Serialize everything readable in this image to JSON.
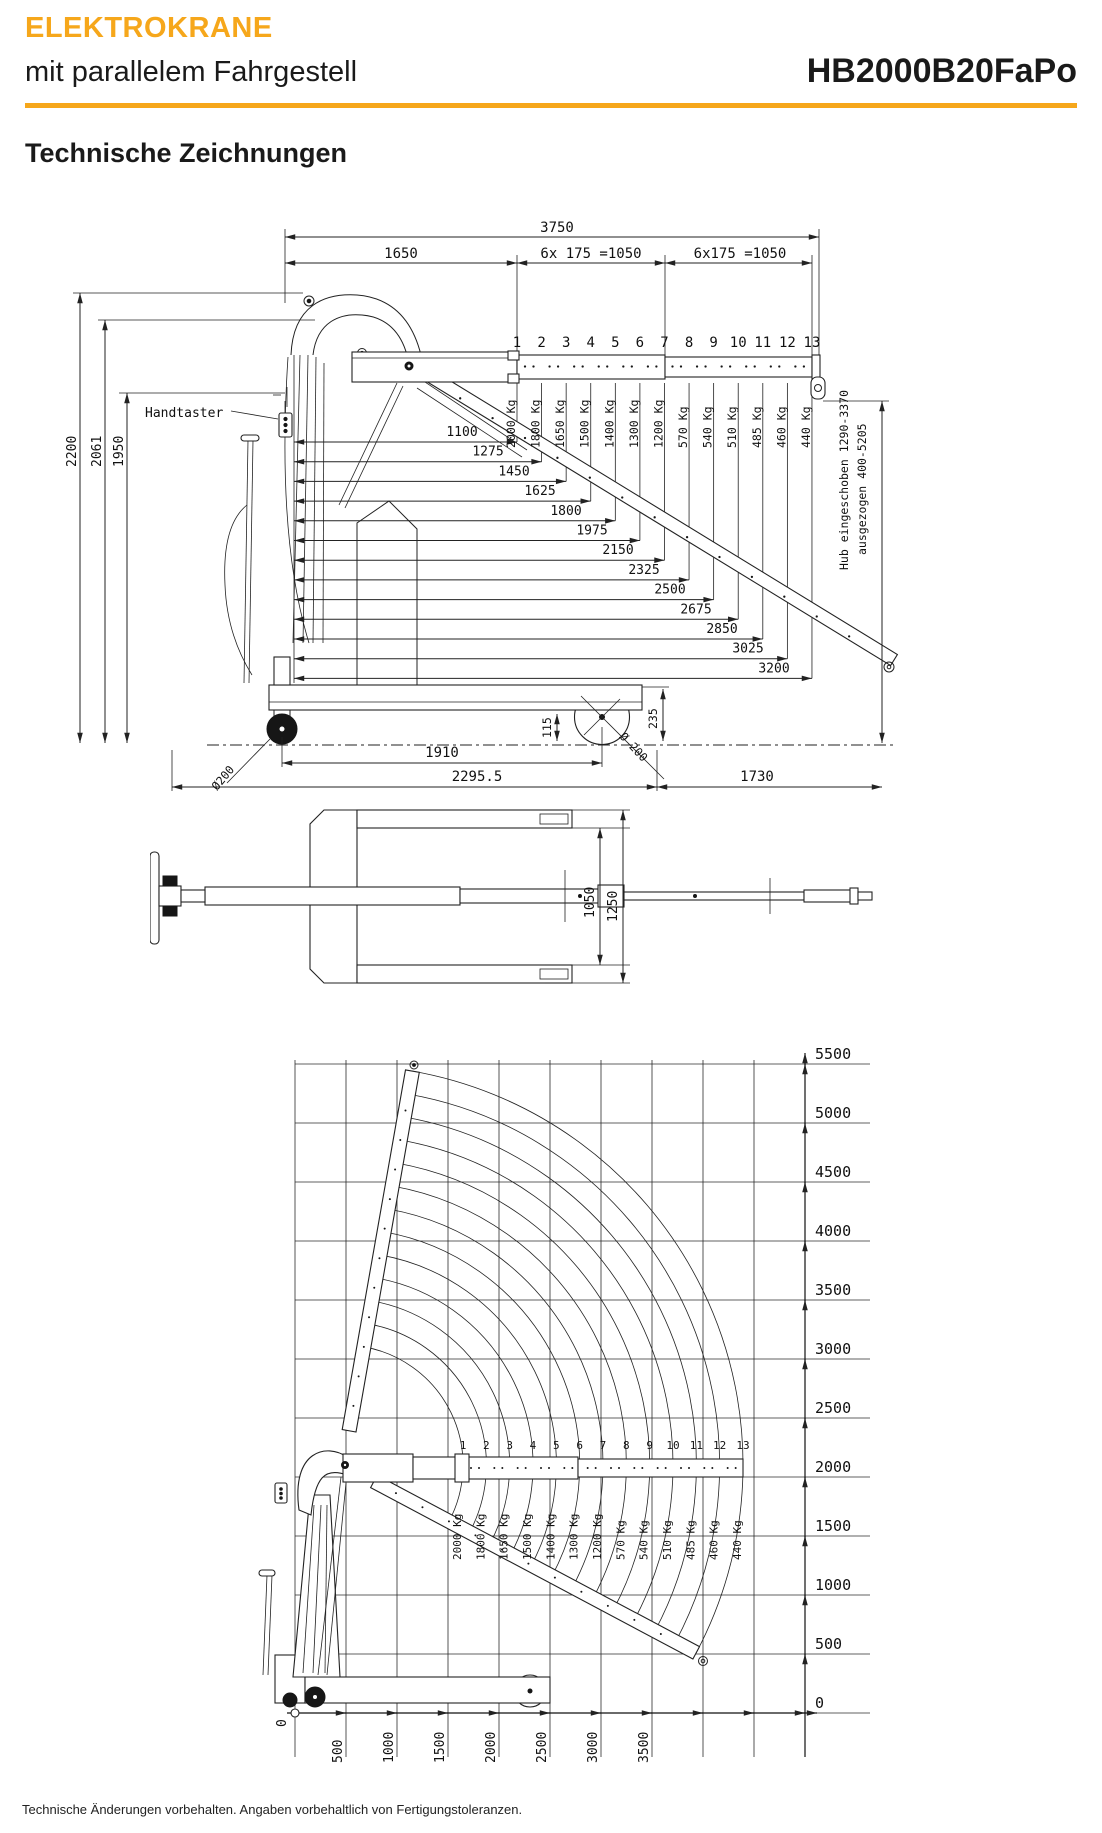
{
  "header": {
    "brand": "ELEKTROKRANE",
    "subtitle": "mit parallelem Fahrgestell",
    "model": "HB2000B20FaPo",
    "accent_color": "#F6A71B"
  },
  "section_title": "Technische Zeichnungen",
  "side_view": {
    "label_handtaster": "Handtaster",
    "dim_total_reach": "3750",
    "dim_base": "1650",
    "dim_seg_a": "6x 175 =1050",
    "dim_seg_b": "6x175 =1050",
    "dim_height_max": "2200",
    "dim_height_mid": "2061",
    "dim_height_min": "1950",
    "hub_line_1": "Hub eingeschoben 1290-3370",
    "hub_line_2": "ausgezogen 400-5205",
    "dim_axle": "235",
    "dim_clearance": "115",
    "dim_wheelbase": "1910",
    "dim_length_front": "2295.5",
    "dim_length_rear": "1730",
    "wheel_front": "Ø200",
    "wheel_rear": "Ø 200",
    "positions": [
      "1",
      "2",
      "3",
      "4",
      "5",
      "6",
      "7",
      "8",
      "9",
      "10",
      "11",
      "12",
      "13"
    ],
    "loads": [
      "2000 Kg",
      "1800 Kg",
      "1650 Kg",
      "1500 Kg",
      "1400 Kg",
      "1300 Kg",
      "1200 Kg",
      "570 Kg",
      "540 Kg",
      "510 Kg",
      "485 Kg",
      "460 Kg",
      "440 Kg"
    ],
    "reaches": [
      "1100",
      "1275",
      "1450",
      "1625",
      "1800",
      "1975",
      "2150",
      "2325",
      "2500",
      "2675",
      "2850",
      "3025",
      "3200"
    ]
  },
  "top_view": {
    "dim_inner_width": "1050",
    "dim_outer_width": "1250"
  },
  "chart_data": {
    "type": "line",
    "x_ticks": [
      "0",
      "500",
      "1000",
      "1500",
      "2000",
      "2500",
      "3000",
      "3500"
    ],
    "y_ticks": [
      "0",
      "500",
      "1000",
      "1500",
      "2000",
      "2500",
      "3000",
      "3500",
      "4000",
      "4500",
      "5000",
      "5500"
    ],
    "x_tick_step": 500,
    "y_tick_step": 500,
    "grid": true,
    "legend": false,
    "boom_positions": [
      "1",
      "2",
      "3",
      "4",
      "5",
      "6",
      "7",
      "8",
      "9",
      "10",
      "11",
      "12",
      "13"
    ],
    "loads": [
      "2000 Kg",
      "1800 Kg",
      "1650 Kg",
      "1500 Kg",
      "1400 Kg",
      "1300 Kg",
      "1200 Kg",
      "570 Kg",
      "540 Kg",
      "510 Kg",
      "485 Kg",
      "460 Kg",
      "440 Kg"
    ],
    "loads_kg": [
      2000,
      1800,
      1650,
      1500,
      1400,
      1300,
      1200,
      570,
      540,
      510,
      485,
      460,
      440
    ],
    "reach_mm": [
      1100,
      1275,
      1450,
      1625,
      1800,
      1975,
      2150,
      2325,
      2500,
      2675,
      2850,
      3025,
      3200
    ],
    "hook_height_mm": {
      "eingeschoben": [
        1290,
        3370
      ],
      "ausgezogen": [
        400,
        5205
      ]
    }
  },
  "footer": "Technische Änderungen vorbehalten. Angaben vorbehaltlich von Fertigungstoleranzen."
}
